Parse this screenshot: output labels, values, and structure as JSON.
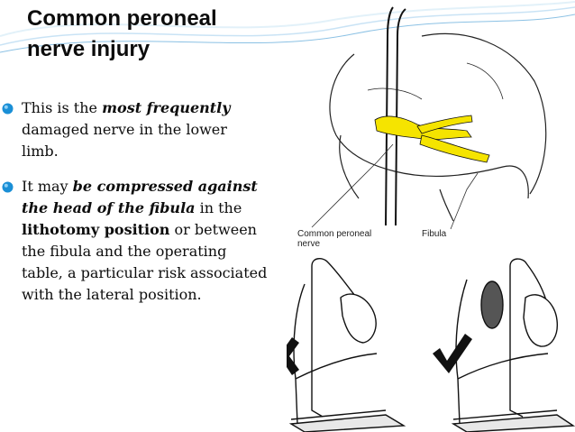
{
  "slide": {
    "title_line1": "Common peroneal",
    "title_line2": "nerve injury",
    "bullet1": {
      "t1": "This is the ",
      "t2": "most frequently",
      "t3": " damaged nerve in the lower limb."
    },
    "bullet2": {
      "t1": "It may ",
      "t2": "be compressed against the head of the fibula",
      "t3": " in the ",
      "t4": "lithotomy position",
      "t5": " or between the fibula and the operating table, a particular risk associated with the lateral position."
    }
  },
  "figure": {
    "label_nerve_line1": "Common peroneal",
    "label_nerve_line2": "nerve",
    "label_fibula": "Fibula",
    "nerve_color": "#f5e400"
  },
  "theme": {
    "wave_blue": "#5aa7d9",
    "wave_light": "#bcdcf2",
    "bullet_blue": "#1a8fd6"
  }
}
